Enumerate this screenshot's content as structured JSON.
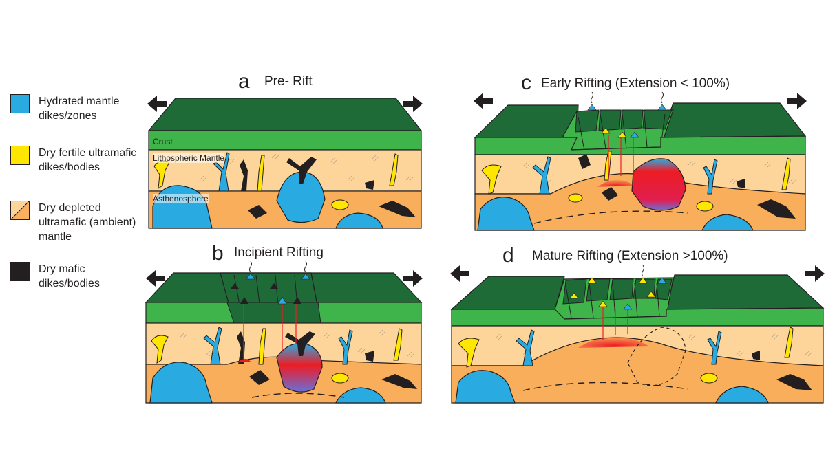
{
  "legend": [
    {
      "label": "Hydrated mantle dikes/zones",
      "color": "#29abe2",
      "pattern": "solid"
    },
    {
      "label": "Dry fertile ultramafic dikes/bodies",
      "color": "#ffe600",
      "pattern": "solid"
    },
    {
      "label": "Dry depleted ultramafic (ambient) mantle",
      "color": "#f9b15d",
      "pattern": "split-diagonal",
      "color2": "#fdd59a"
    },
    {
      "label": "Dry mafic dikes/bodies",
      "color": "#231f20",
      "pattern": "solid"
    }
  ],
  "panels": [
    {
      "letter": "a",
      "title": "Pre- Rift"
    },
    {
      "letter": "b",
      "title": "Incipient Rifting"
    },
    {
      "letter": "c",
      "title": "Early Rifting (Extension < 100%)"
    },
    {
      "letter": "d",
      "title": "Mature Rifting (Extension >100%)"
    }
  ],
  "layers": {
    "crust": "Crust",
    "lithosphere": "Lithospheric Mantle",
    "asthenosphere": "Asthenosphere"
  },
  "colors": {
    "crust_top": "#1e6b38",
    "crust": "#3fb44a",
    "lithosphere": "#fdd59a",
    "asthenosphere": "#f9ae5b",
    "hydrated": "#29abe2",
    "fertile": "#ffe600",
    "mafic": "#231f20",
    "melt": "#ed1c24"
  },
  "icons": [
    "arrow-left-icon",
    "arrow-right-icon"
  ]
}
